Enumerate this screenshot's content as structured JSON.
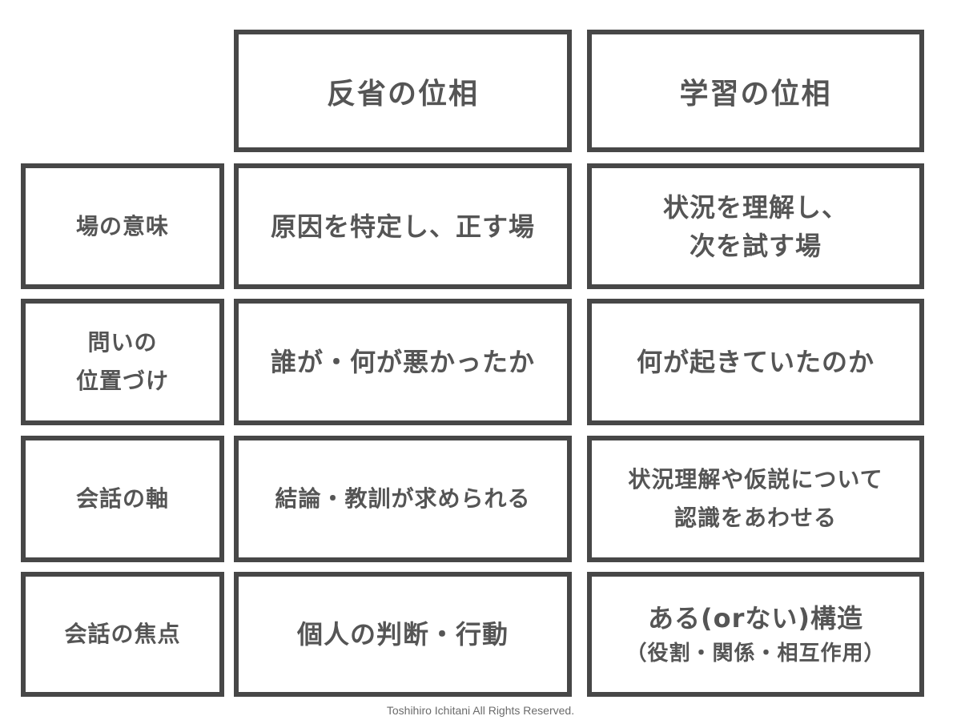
{
  "table": {
    "headers": {
      "reflection": "反省の位相",
      "learning": "学習の位相"
    },
    "rows": [
      {
        "label": [
          "場の意味"
        ],
        "reflection": [
          "原因を特定し、正す場"
        ],
        "learning": [
          "状況を理解し、",
          "次を試す場"
        ]
      },
      {
        "label": [
          "問いの",
          "位置づけ"
        ],
        "reflection": [
          "誰が・何が悪かったか"
        ],
        "learning": [
          "何が起きていたのか"
        ]
      },
      {
        "label": [
          "会話の軸"
        ],
        "reflection": [
          "結論・教訓が求められる"
        ],
        "learning": [
          "状況理解や仮説について",
          "認識をあわせる"
        ]
      },
      {
        "label": [
          "会話の焦点"
        ],
        "reflection": [
          "個人の判断・行動"
        ],
        "learning": [
          "ある(orない)構造",
          "（役割・関係・相互作用）"
        ]
      }
    ]
  },
  "footer": "Toshihiro Ichitani All Rights Reserved."
}
